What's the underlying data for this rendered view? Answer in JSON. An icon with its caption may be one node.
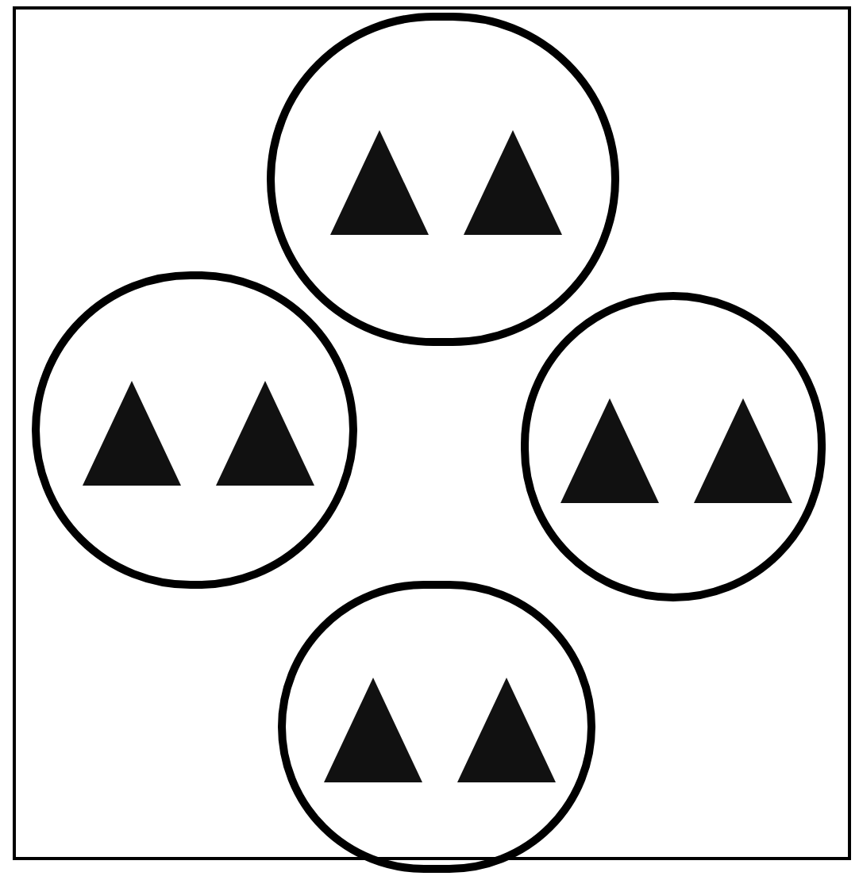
{
  "diagram": {
    "nodes": [
      {
        "text": [],
        "shape": "box"
      },
      {
        "text": [],
        "shape": "circle",
        "in": 0
      },
      {
        "text": [],
        "shape": "triangle",
        "in": 1
      },
      {
        "text": [],
        "shape": "triangle",
        "in": 1
      },
      {
        "text": [],
        "shape": "circle",
        "in": 0
      },
      {
        "text": [],
        "shape": "triangle",
        "in": 4
      },
      {
        "text": [],
        "shape": "triangle",
        "in": 4
      },
      {
        "text": [],
        "shape": "circle",
        "in": 0
      },
      {
        "text": [],
        "shape": "triangle",
        "in": 7
      },
      {
        "text": [],
        "shape": "triangle",
        "in": 7
      },
      {
        "text": [],
        "shape": "circle",
        "in": 0
      },
      {
        "text": [],
        "shape": "triangle",
        "in": 10
      },
      {
        "text": [],
        "shape": "triangle",
        "in": 10
      }
    ]
  }
}
